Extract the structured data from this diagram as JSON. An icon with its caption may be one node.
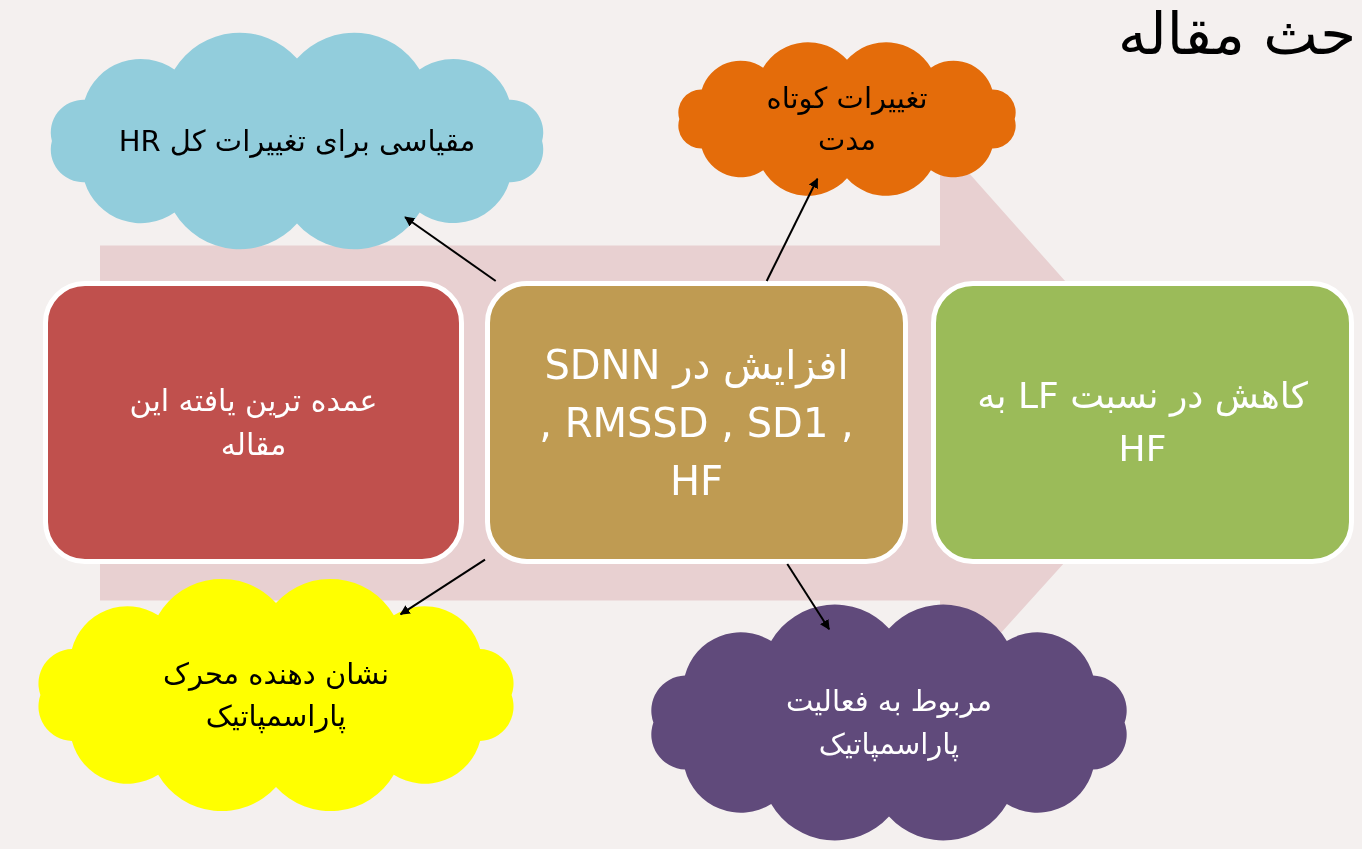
{
  "diagram": {
    "title": "حث مقاله",
    "nodes": [
      {
        "text": [
          "عمده ترین یافته این مقاله"
        ]
      },
      {
        "text": [
          "افزایش در SDNN , RMSSD , SD1 , HF"
        ]
      },
      {
        "text": [
          "کاهش در نسبت LF به HF"
        ]
      },
      {
        "text": [
          "مقیاسی برای تغییرات کل HR"
        ]
      },
      {
        "text": [
          "تغییرات کوتاه مدت"
        ]
      },
      {
        "text": [
          "نشان دهنده محرک پاراسمپاتیک"
        ]
      },
      {
        "text": [
          "مربوط به فعالیت پاراسمپاتیک"
        ]
      }
    ],
    "edges": [
      {
        "from": 1,
        "to": 3,
        "arrow": "to"
      },
      {
        "from": 1,
        "to": 4,
        "arrow": "to"
      },
      {
        "from": 1,
        "to": 5,
        "arrow": "to"
      },
      {
        "from": 1,
        "to": 6,
        "arrow": "to"
      },
      {
        "from": 0,
        "to": 2,
        "arrow": "to"
      }
    ]
  }
}
